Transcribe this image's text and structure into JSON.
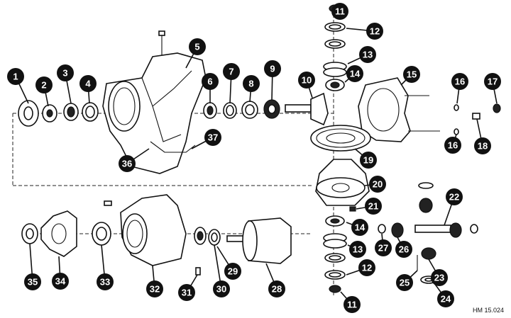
{
  "diagram": {
    "reference": "HM 15.024",
    "callouts": [
      "1",
      "2",
      "3",
      "4",
      "5",
      "6",
      "7",
      "8",
      "9",
      "10",
      "11",
      "12",
      "13",
      "14",
      "15",
      "16",
      "16",
      "17",
      "18",
      "19",
      "20",
      "21",
      "14",
      "27",
      "26",
      "22",
      "13",
      "12",
      "25",
      "23",
      "24",
      "11",
      "35",
      "34",
      "33",
      "32",
      "31",
      "30",
      "29",
      "28",
      "36",
      "37"
    ]
  }
}
